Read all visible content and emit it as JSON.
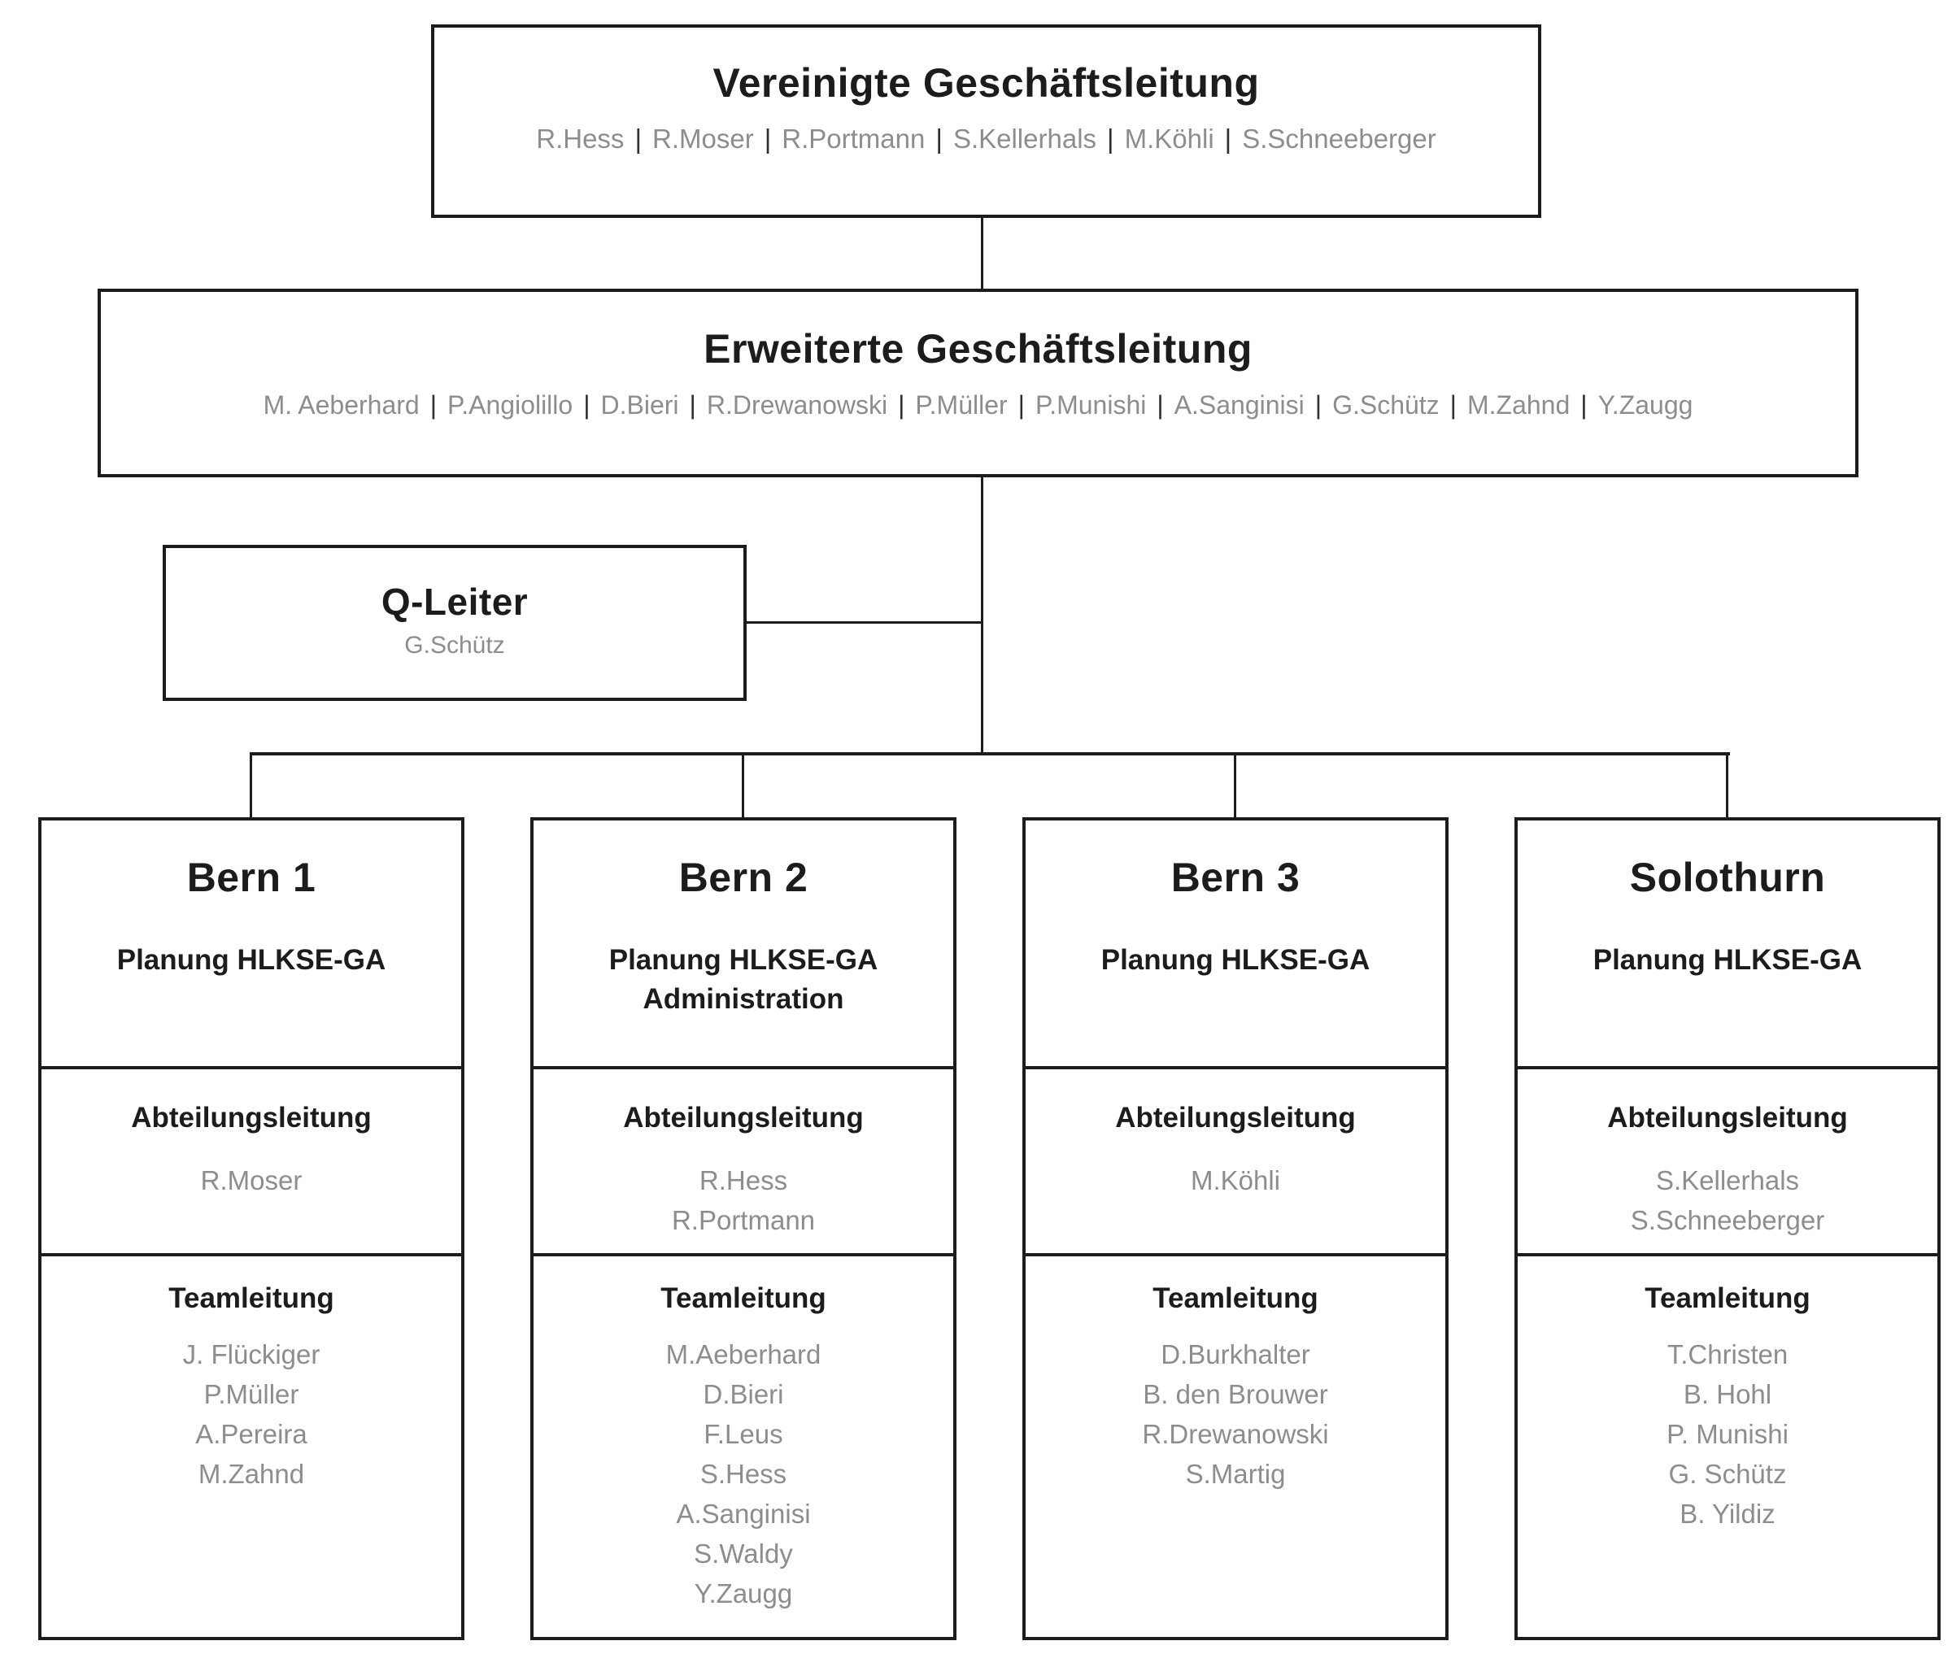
{
  "colors": {
    "ink": "#1c1c1c",
    "gray": "#8d8d8d",
    "separator": "#2f2f2f",
    "background": "#ffffff"
  },
  "root_box": {
    "title": "Vereinigte Geschäftsleitung",
    "members": [
      "R.Hess",
      "R.Moser",
      "R.Portmann",
      "S.Kellerhals",
      "M.Köhli",
      "S.Schneeberger"
    ]
  },
  "extended_box": {
    "title": "Erweiterte Geschäftsleitung",
    "members": [
      "M. Aeberhard",
      "P.Angiolillo",
      "D.Bieri",
      "R.Drewanowski",
      "P.Müller",
      "P.Munishi",
      "A.Sanginisi",
      "G.Schütz",
      "M.Zahnd",
      "Y.Zaugg"
    ]
  },
  "q_box": {
    "title": "Q-Leiter",
    "member": "G.Schütz"
  },
  "section_labels": {
    "abteilungsleitung": "Abteilungsleitung",
    "teamleitung": "Teamleitung"
  },
  "departments": [
    {
      "title": "Bern 1",
      "subtitle": [
        "Planung HLKSE-GA"
      ],
      "abteilungsleitung": [
        "R.Moser"
      ],
      "teamleitung": [
        "J. Flückiger",
        "P.Müller",
        "A.Pereira",
        "M.Zahnd"
      ]
    },
    {
      "title": "Bern 2",
      "subtitle": [
        "Planung HLKSE-GA",
        "Administration"
      ],
      "abteilungsleitung": [
        "R.Hess",
        "R.Portmann"
      ],
      "teamleitung": [
        "M.Aeberhard",
        "D.Bieri",
        "F.Leus",
        "S.Hess",
        "A.Sanginisi",
        "S.Waldy",
        "Y.Zaugg"
      ]
    },
    {
      "title": "Bern 3",
      "subtitle": [
        "Planung HLKSE-GA"
      ],
      "abteilungsleitung": [
        "M.Köhli"
      ],
      "teamleitung": [
        "D.Burkhalter",
        "B. den Brouwer",
        "R.Drewanowski",
        "S.Martig"
      ]
    },
    {
      "title": "Solothurn",
      "subtitle": [
        "Planung HLKSE-GA"
      ],
      "abteilungsleitung": [
        "S.Kellerhals",
        "S.Schneeberger"
      ],
      "teamleitung": [
        "T.Christen",
        "B. Hohl",
        "P. Munishi",
        "G. Schütz",
        "B. Yildiz"
      ]
    }
  ]
}
